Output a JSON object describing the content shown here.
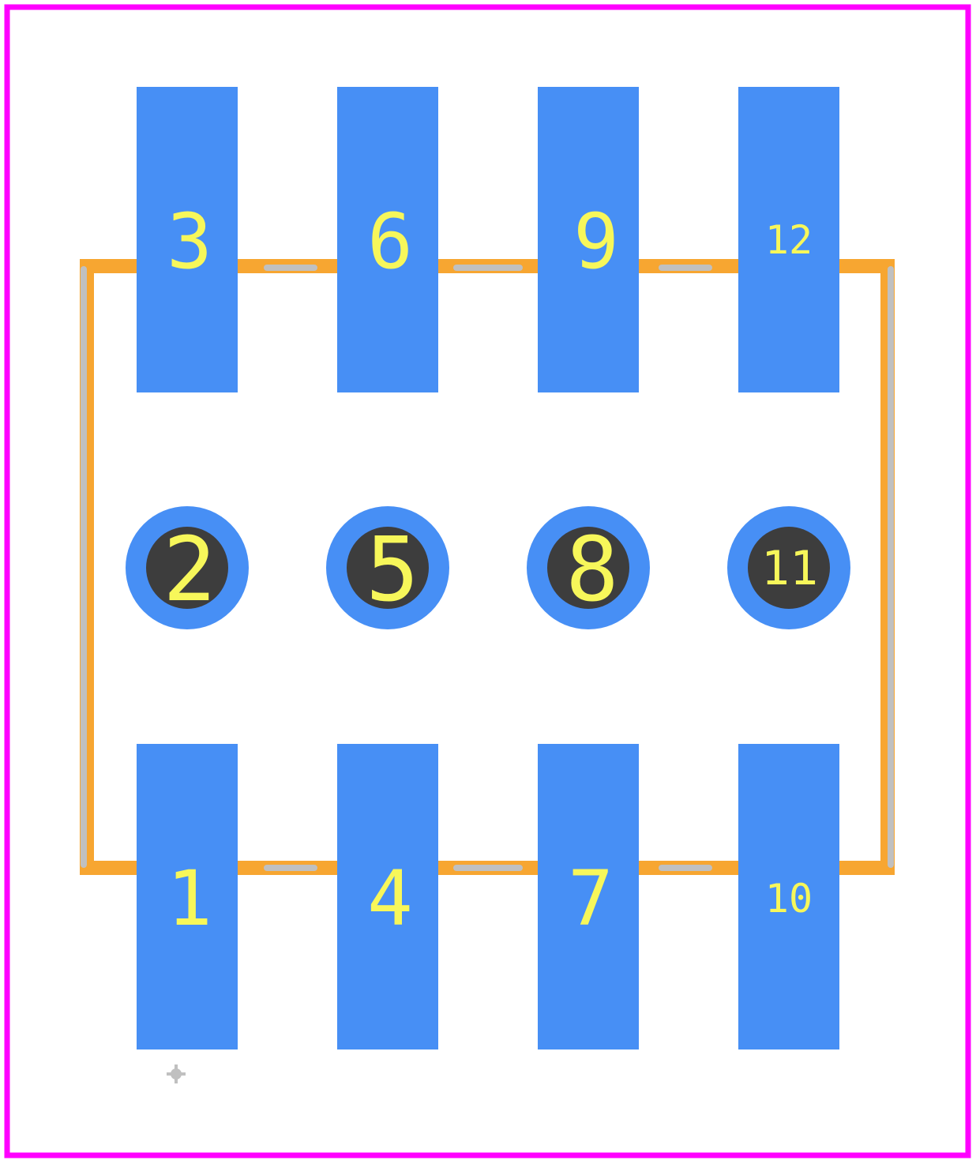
{
  "colors": {
    "background": "#ffffff",
    "boundary": "#ff00ff",
    "pad": "#478ff5",
    "drill": "#3d3d3d",
    "silkscreen": "#f7a631",
    "assembly": "#c0c0c0",
    "label": "#f7f75a",
    "origin_marker": "#c0c0c0"
  },
  "pads": {
    "top_row": [
      {
        "number": "3"
      },
      {
        "number": "6"
      },
      {
        "number": "9"
      },
      {
        "number": "12"
      }
    ],
    "middle_row": [
      {
        "number": "2"
      },
      {
        "number": "5"
      },
      {
        "number": "8"
      },
      {
        "number": "11"
      }
    ],
    "bottom_row": [
      {
        "number": "1"
      },
      {
        "number": "4"
      },
      {
        "number": "7"
      },
      {
        "number": "10"
      }
    ]
  }
}
